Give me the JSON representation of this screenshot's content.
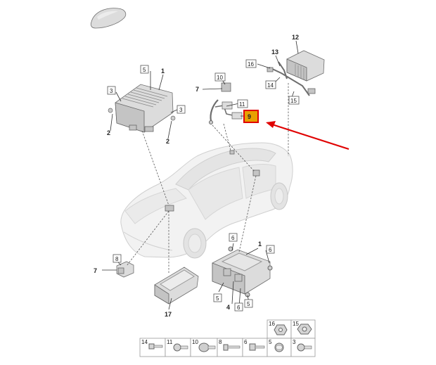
{
  "labels": {
    "l1a": "1",
    "l1b": "1",
    "l2a": "2",
    "l2b": "2",
    "l3a": "3",
    "l3b": "3",
    "l4": "4",
    "l5a": "5",
    "l5b": "5",
    "l5c": "5",
    "l6a": "6",
    "l6b": "6",
    "l6c": "6",
    "l7a": "7",
    "l7b": "7",
    "l8": "8",
    "l9": "9",
    "l10": "10",
    "l11": "11",
    "l12": "12",
    "l13": "13",
    "l14": "14",
    "l15": "15",
    "l16": "16",
    "l17": "17"
  },
  "legend": {
    "c14": "14",
    "c11": "11",
    "c10": "10",
    "c8": "8",
    "c6": "6",
    "c5": "5",
    "c3": "3",
    "c16": "16",
    "c15": "15"
  },
  "highlight_color": "#e8a000",
  "arrow_color": "#e00000"
}
